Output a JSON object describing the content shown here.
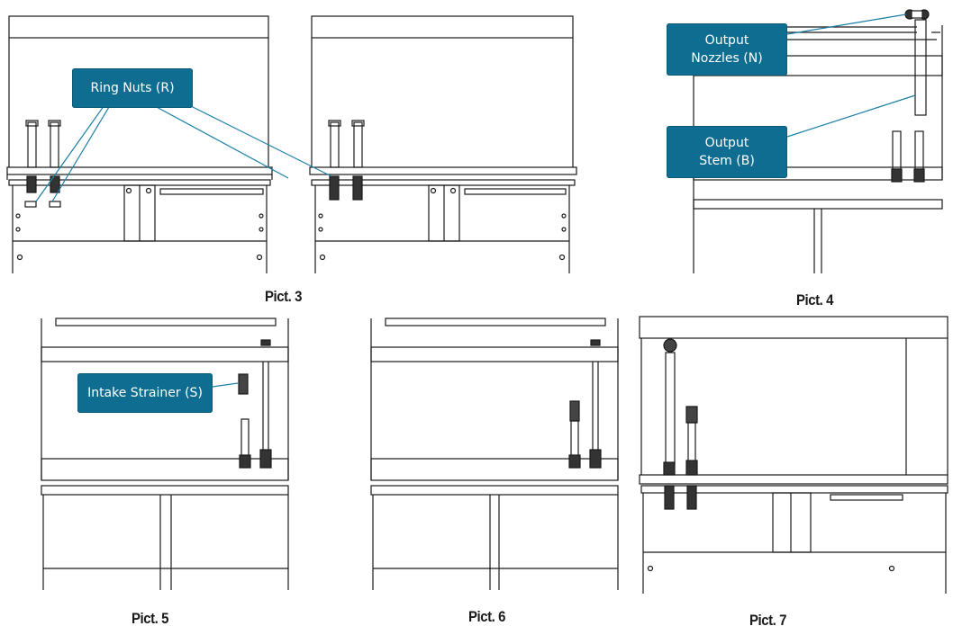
{
  "colors": {
    "callout": "#0f6d91",
    "leader": "#1a7fa6",
    "line": "#1a1a1a"
  },
  "captions": {
    "pict3": "Pict. 3",
    "pict4": "Pict. 4",
    "pict5": "Pict. 5",
    "pict6": "Pict. 6",
    "pict7": "Pict. 7"
  },
  "labels": {
    "ring_nuts": "Ring Nuts (R)",
    "output_nozzles": [
      "Output",
      "Nozzles (N)"
    ],
    "output_stem": [
      "Output",
      "Stem (B)"
    ],
    "intake_strainer": "Intake Strainer (S)"
  }
}
